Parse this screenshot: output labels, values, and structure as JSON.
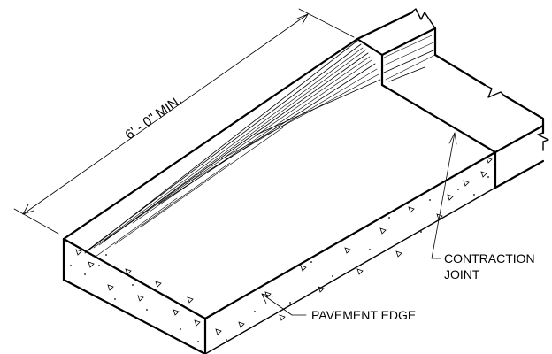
{
  "labels": {
    "dimension": "6' - 0\" MIN.",
    "contraction_joint_line1": "CONTRACTION",
    "contraction_joint_line2": "JOINT",
    "pavement_edge": "PAVEMENT EDGE"
  }
}
